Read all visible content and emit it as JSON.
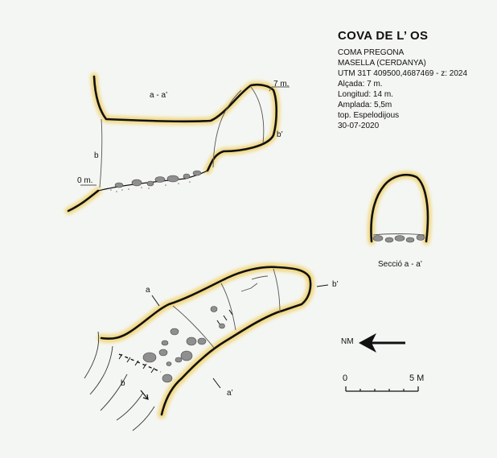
{
  "header": {
    "title": "COVA DE L’ OS",
    "lines": [
      "COMA PREGONA",
      "MASELLA  (CERDANYA)",
      "UTM 31T 409500,4687469 - z: 2024",
      "Alçada: 7 m.",
      "Longitud: 14 m.",
      "Amplada: 5,5m",
      "top. Espelodijous",
      "30-07-2020"
    ]
  },
  "profile": {
    "section_label": "a - a’",
    "depth_top": "7 m.",
    "depth_zero": "0 m.",
    "label_b": "b",
    "label_b_prime": "b’"
  },
  "cross_section": {
    "caption": "Secció a - a’"
  },
  "plan": {
    "label_a": "a",
    "label_a_prime": "a’",
    "label_b": "b",
    "label_b_prime": "b’",
    "north_label": "NM",
    "scale_start": "0",
    "scale_end": "5 M"
  },
  "colors": {
    "wall_highlight": "#f1d26a",
    "wall": "#111111",
    "rock": "#8f8f8f",
    "background": "#f4f6f3"
  }
}
